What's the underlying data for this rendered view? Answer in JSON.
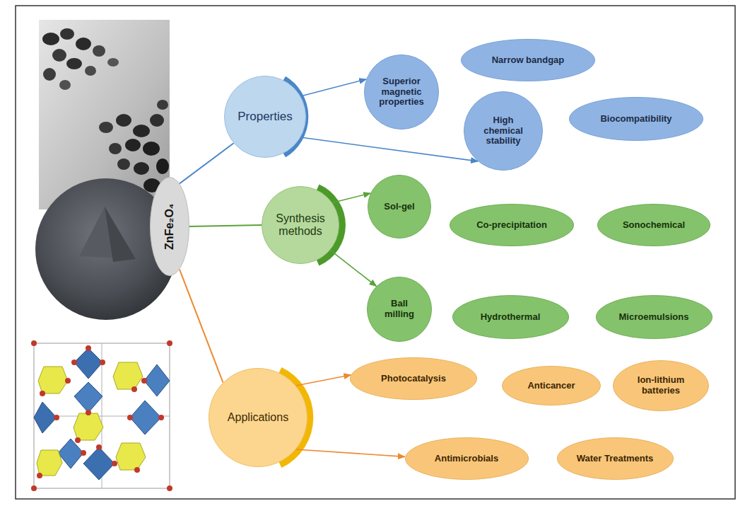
{
  "diagram": {
    "nodes": [
      {
        "text": [
          "ZnFe₂O₄"
        ]
      },
      {
        "text": [
          "Properties"
        ]
      },
      {
        "text": [
          "Superior magnetic properties"
        ]
      },
      {
        "text": [
          "Narrow bandgap"
        ]
      },
      {
        "text": [
          "High chemical stability"
        ]
      },
      {
        "text": [
          "Biocompatibility"
        ]
      },
      {
        "text": [
          "Synthesis methods"
        ]
      },
      {
        "text": [
          "Sol-gel"
        ]
      },
      {
        "text": [
          "Co-precipitation"
        ]
      },
      {
        "text": [
          "Sonochemical"
        ]
      },
      {
        "text": [
          "Ball milling"
        ]
      },
      {
        "text": [
          "Hydrothermal"
        ]
      },
      {
        "text": [
          "Microemulsions"
        ]
      },
      {
        "text": [
          "Applications"
        ]
      },
      {
        "text": [
          "Photocatalysis"
        ]
      },
      {
        "text": [
          "Anticancer"
        ]
      },
      {
        "text": [
          "Ion-lithium batteries"
        ]
      },
      {
        "text": [
          "Antimicrobials"
        ]
      },
      {
        "text": [
          "Water Treatments"
        ]
      }
    ],
    "edges": [
      {
        "from": 0,
        "to": 1,
        "arrow": "none"
      },
      {
        "from": 0,
        "to": 6,
        "arrow": "none"
      },
      {
        "from": 0,
        "to": 13,
        "arrow": "none"
      },
      {
        "from": 1,
        "to": 2,
        "arrow": "to"
      },
      {
        "from": 1,
        "to": 4,
        "arrow": "to"
      },
      {
        "from": 6,
        "to": 7,
        "arrow": "to"
      },
      {
        "from": 6,
        "to": 10,
        "arrow": "to"
      },
      {
        "from": 13,
        "to": 14,
        "arrow": "to"
      },
      {
        "from": 13,
        "to": 17,
        "arrow": "to"
      }
    ]
  }
}
